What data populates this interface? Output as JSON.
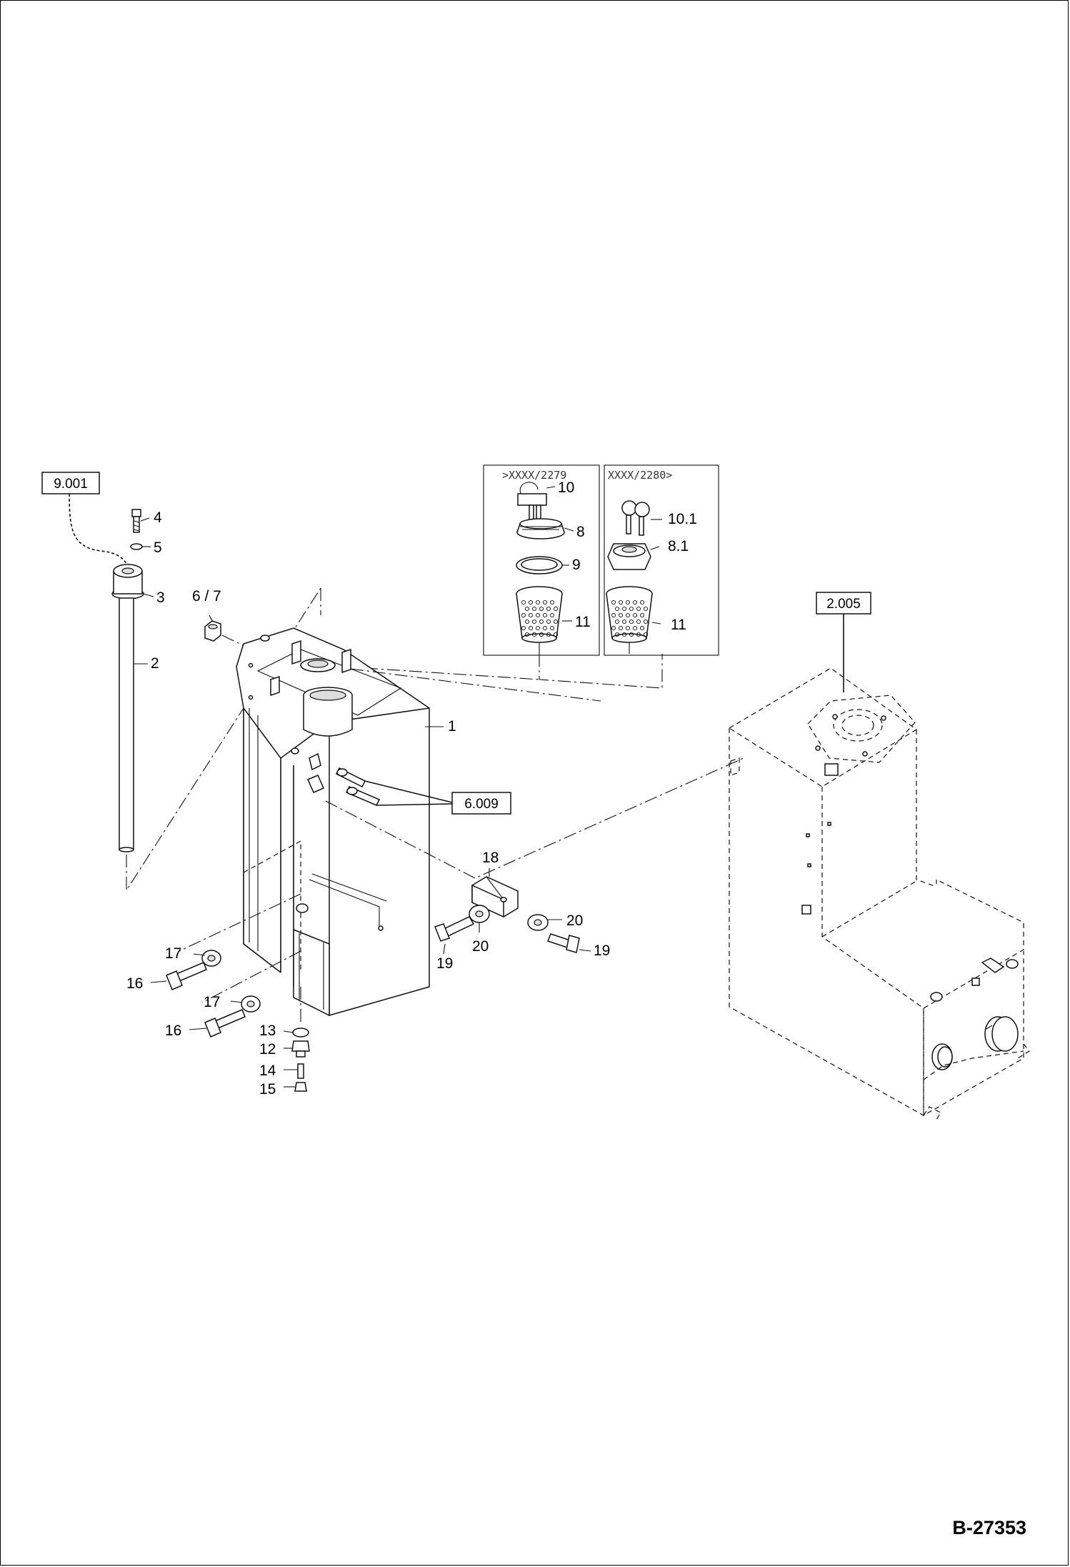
{
  "refs": {
    "r9001": "9.001",
    "r6009": "6.009",
    "r2005": "2.005"
  },
  "insets": {
    "left": ">XXXX/2279",
    "right": "XXXX/2280>"
  },
  "labels": {
    "p1": "1",
    "p2": "2",
    "p3": "3",
    "p4": "4",
    "p5": "5",
    "p67": "6 / 7",
    "p8": "8",
    "p81": "8.1",
    "p9": "9",
    "p10": "10",
    "p101": "10.1",
    "p11a": "11",
    "p11b": "11",
    "p12": "12",
    "p13": "13",
    "p14": "14",
    "p15": "15",
    "p16a": "16",
    "p16b": "16",
    "p17a": "17",
    "p17b": "17",
    "p18": "18",
    "p19a": "19",
    "p19b": "19",
    "p20a": "20",
    "p20b": "20"
  },
  "doc_number": "B-27353"
}
